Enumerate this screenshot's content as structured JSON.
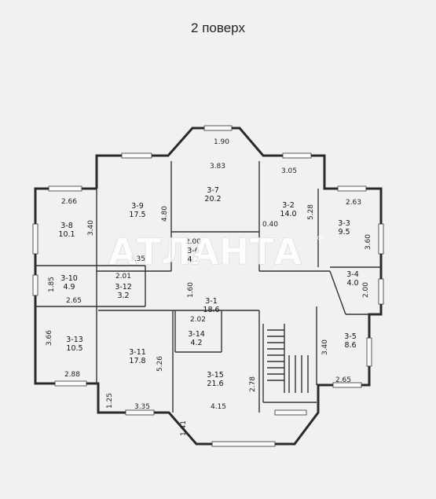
{
  "title": "2 поверх",
  "watermark": {
    "text": "АТЛАНТА",
    "mark": "®"
  },
  "rooms": [
    {
      "id": "3-1",
      "area": "18.6"
    },
    {
      "id": "3-2",
      "area": "14.0"
    },
    {
      "id": "3-3",
      "area": "9.5"
    },
    {
      "id": "3-4",
      "area": "4.0"
    },
    {
      "id": "3-5",
      "area": "8.6"
    },
    {
      "id": "3-6",
      "area": "4.2"
    },
    {
      "id": "3-7",
      "area": "20.2"
    },
    {
      "id": "3-8",
      "area": "10.1"
    },
    {
      "id": "3-9",
      "area": "17.5"
    },
    {
      "id": "3-10",
      "area": "4.9"
    },
    {
      "id": "3-11",
      "area": "17.8"
    },
    {
      "id": "3-12",
      "area": "3.2"
    },
    {
      "id": "3-13",
      "area": "10.5"
    },
    {
      "id": "3-14",
      "area": "4.2"
    },
    {
      "id": "3-15",
      "area": "21.6"
    }
  ],
  "dimensions": [
    "1.90",
    "3.83",
    "3.05",
    "2.66",
    "3.40",
    "4.80",
    "5.28",
    "2.63",
    "0.40",
    "3.60",
    "2.00",
    "3.35",
    "2.01",
    "1.85",
    "1.60",
    "2.65",
    "2.00",
    "2.02",
    "3.66",
    "5.26",
    "3.40",
    "2.88",
    "2.78",
    "2.65",
    "1.25",
    "3.35",
    "4.15",
    "1.41"
  ]
}
